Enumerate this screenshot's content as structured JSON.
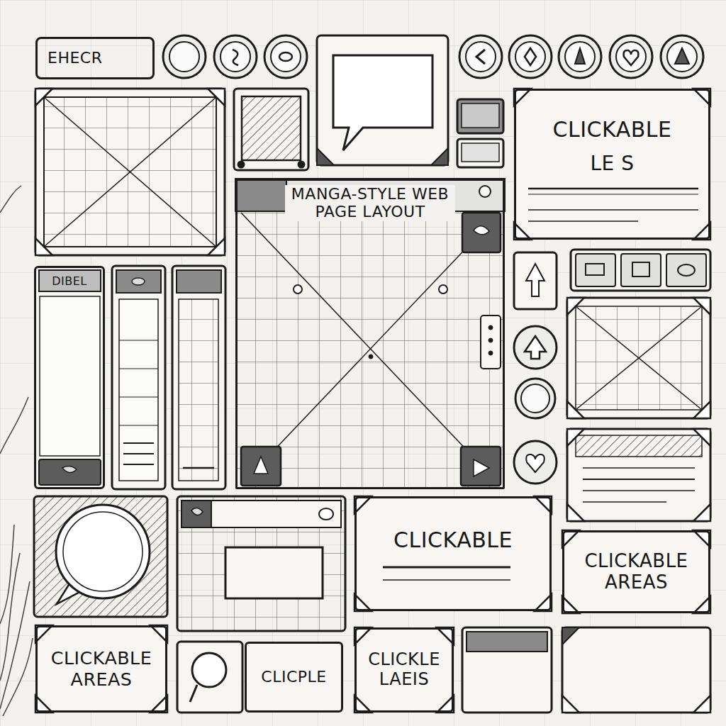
{
  "diagram": {
    "nodes": [
      {
        "text": [
          "EHECR"
        ]
      },
      {
        "text": [
          "CLICKABLE",
          "LE S"
        ]
      },
      {
        "text": [
          "MANGA-STYLE WEB PAGE LAYOUT"
        ]
      },
      {
        "text": [
          "DIBEL"
        ]
      },
      {
        "text": [
          "CLICKABLE"
        ]
      },
      {
        "text": [
          "CLICKABLE AREAS"
        ]
      },
      {
        "text": [
          "CLICKABLE AREAS"
        ]
      },
      {
        "text": [
          "CLICPLE"
        ]
      },
      {
        "text": [
          "CLICKLE LAEIS"
        ]
      }
    ]
  }
}
